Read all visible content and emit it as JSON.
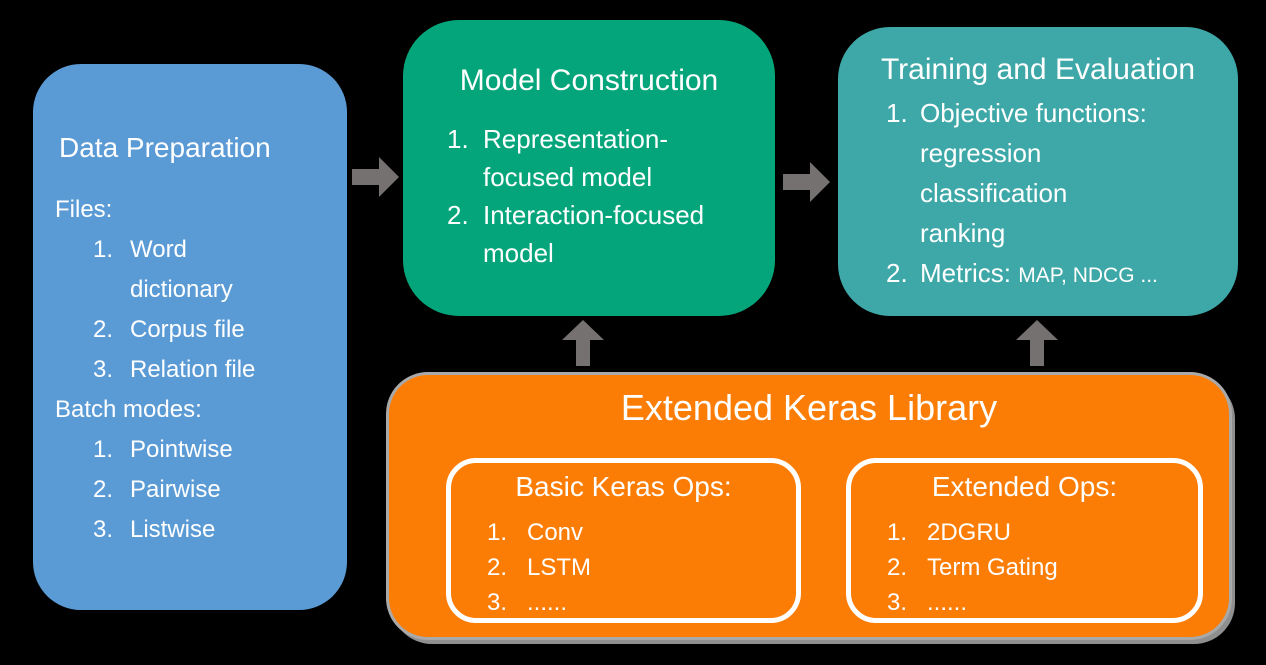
{
  "colors": {
    "background": "#000000",
    "data_preparation": "#5B9BD5",
    "model_construction": "#05A57B",
    "training_evaluation": "#3EA8A8",
    "keras_library": "#FB7D05",
    "arrow": "#767171",
    "panel_border": "#FFFFFF",
    "text": "#FFFFFF"
  },
  "boxes": {
    "data_preparation": {
      "title": "Data Preparation",
      "lines": [
        {
          "indent": 0,
          "num": "",
          "text": "Files:"
        },
        {
          "indent": 1,
          "num": "1.",
          "text": "Word"
        },
        {
          "indent": 2,
          "num": "",
          "text": "dictionary"
        },
        {
          "indent": 1,
          "num": "2.",
          "text": "Corpus file"
        },
        {
          "indent": 1,
          "num": "3.",
          "text": "Relation file"
        },
        {
          "indent": 0,
          "num": "",
          "text": "Batch modes:"
        },
        {
          "indent": 1,
          "num": "1.",
          "text": "Pointwise"
        },
        {
          "indent": 1,
          "num": "2.",
          "text": "Pairwise"
        },
        {
          "indent": 1,
          "num": "3.",
          "text": "Listwise"
        }
      ]
    },
    "model_construction": {
      "title": "Model Construction",
      "lines": [
        {
          "indent": 1,
          "num": "1.",
          "text": "Representation-"
        },
        {
          "indent": 2,
          "num": "",
          "text": "focused model"
        },
        {
          "indent": 1,
          "num": "2.",
          "text": "Interaction-focused"
        },
        {
          "indent": 2,
          "num": "",
          "text": "model"
        }
      ]
    },
    "training_evaluation": {
      "title": "Training and Evaluation",
      "lines": [
        {
          "indent": 1,
          "num": "1.",
          "text": "Objective functions:"
        },
        {
          "indent": 2,
          "num": "",
          "text": "regression"
        },
        {
          "indent": 2,
          "num": "",
          "text": "classification"
        },
        {
          "indent": 2,
          "num": "",
          "text": "ranking"
        },
        {
          "indent": 1,
          "num": "2.",
          "text": "Metrics: ",
          "suffix": "MAP, NDCG ..."
        }
      ]
    },
    "keras_library": {
      "title": "Extended Keras Library",
      "panels": [
        {
          "title": "Basic Keras Ops:",
          "lines": [
            {
              "num": "1.",
              "text": "Conv"
            },
            {
              "num": "2.",
              "text": "LSTM"
            },
            {
              "num": "3.",
              "text": "......"
            }
          ]
        },
        {
          "title": "Extended Ops:",
          "lines": [
            {
              "num": "1.",
              "text": "2DGRU"
            },
            {
              "num": "2.",
              "text": "Term Gating"
            },
            {
              "num": "3.",
              "text": "......"
            }
          ]
        }
      ]
    }
  }
}
